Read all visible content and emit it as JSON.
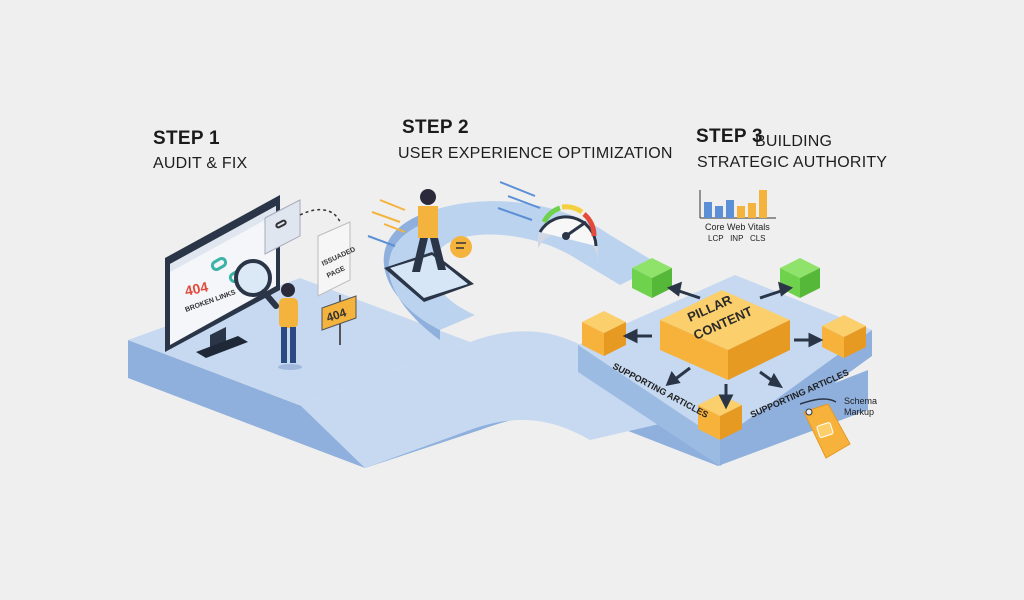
{
  "step1": {
    "number": "STEP 1",
    "title": "AUDIT & FIX",
    "screen_text_404": "404",
    "screen_text_broken": "BROKEN LINKS",
    "issue_page": [
      "ISSUADED",
      "PAGE"
    ],
    "sign_404": "404"
  },
  "step2": {
    "number": "STEP 2",
    "title": "USER EXPERIENCE OPTIMIZATION"
  },
  "step3": {
    "number": "STEP 3",
    "title_line1": "BUILDING",
    "title_line2": "STRATEGIC AUTHORITY",
    "vitals_title": "Core Web Vitals",
    "vitals_labels": "LCP   INP   CLS",
    "pillar_line1": "PILLAR",
    "pillar_line2": "CONTENT",
    "supporting_left": "SUPPORTING ARTICLES",
    "supporting_right": "SUPPORTING ARTICLES",
    "schema_line1": "Schema",
    "schema_line2": "Markup"
  },
  "colors": {
    "path": "#bcd3ef",
    "path_edge": "#8fb0dd",
    "orange": "#f7b23b",
    "green": "#6fd24c",
    "accent_blue": "#5b8fd6"
  }
}
